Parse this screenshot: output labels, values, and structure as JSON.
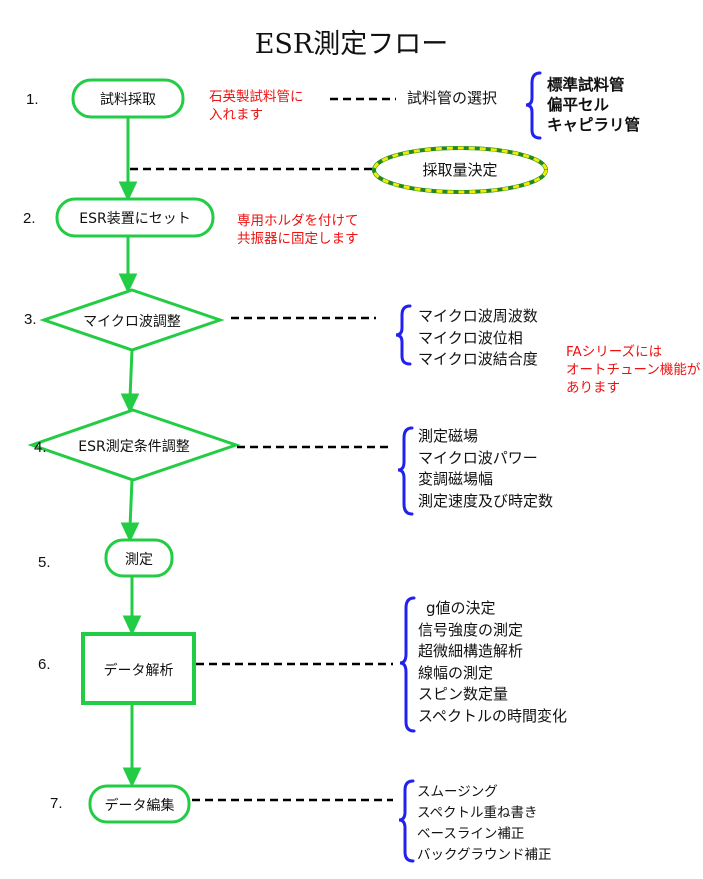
{
  "title": "ESR測定フロー",
  "steps": [
    {
      "num": "1.",
      "label": "試料採取"
    },
    {
      "num": "2.",
      "label": "ESR装置にセット"
    },
    {
      "num": "3.",
      "label": "マイクロ波調整"
    },
    {
      "num": "4.",
      "label": "ESR測定条件調整"
    },
    {
      "num": "5.",
      "label": "測定"
    },
    {
      "num": "6.",
      "label": "データ解析"
    },
    {
      "num": "7.",
      "label": "データ編集"
    }
  ],
  "notes": {
    "step1": [
      "石英製試料管に",
      "入れます"
    ],
    "step2": [
      "専用ホルダを付けて",
      "共振器に固定します"
    ],
    "fa": [
      "FAシリーズには",
      "オートチューン機能が",
      "あります"
    ]
  },
  "tube_select": "試料管の選択",
  "tube_types": [
    "標準試料管",
    "偏平セル",
    "キャピラリ管"
  ],
  "sample_amount": "採取量決定",
  "microwave_items": [
    "マイクロ波周波数",
    "マイクロ波位相",
    "マイクロ波結合度"
  ],
  "condition_items": [
    "測定磁場",
    "マイクロ波パワー",
    "変調磁場幅",
    "測定速度及び時定数"
  ],
  "analysis_items": [
    "g値の決定",
    "信号強度の測定",
    "超微細構造解析",
    "線幅の測定",
    "スピン数定量",
    "スペクトルの時間変化"
  ],
  "edit_items": [
    "スムージング",
    "スペクトル重ね書き",
    "ベースライン補正",
    "バックグラウンド補正"
  ],
  "colors": {
    "flow": "#22cc44",
    "brace": "#2222ee",
    "note": "#ee1111",
    "dash": "#000000",
    "ellipse_dash": "#eeee00"
  }
}
